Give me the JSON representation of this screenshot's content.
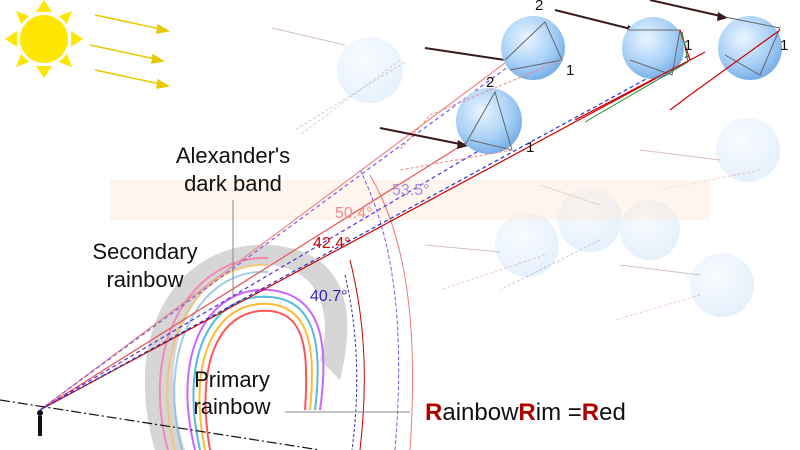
{
  "labels": {
    "dark_band_line1": "Alexander's",
    "dark_band_line2": "dark band",
    "secondary_line1": "Secondary",
    "secondary_line2": "rainbow",
    "primary_line1": "Primary",
    "primary_line2": "rainbow"
  },
  "angles": {
    "a50": "50.4°",
    "a53": "53.5°",
    "a42": "42.4°",
    "a40": "40.7°"
  },
  "reflection_numbers": {
    "n1": "1",
    "n2": "2"
  },
  "rim": {
    "r1": "R",
    "t1": "ainbow",
    "r2": "R",
    "t2": "im =",
    "r3": "R",
    "t3": "ed"
  },
  "colors": {
    "red": "#d10000",
    "violet": "#5a2bd8",
    "pink": "#f08a8a",
    "lavender": "#a78be0",
    "droplet": "#9cc8f4",
    "sun": "#ffe600",
    "band": "#cfcfcf"
  },
  "icons": [
    "sun-icon",
    "observer-icon",
    "droplet-icon"
  ]
}
